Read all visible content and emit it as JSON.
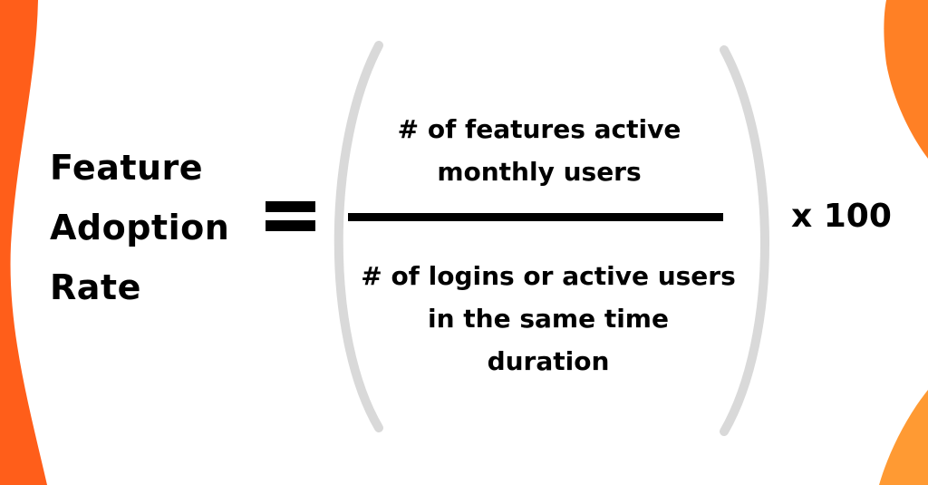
{
  "formula": {
    "left_side": {
      "lines": [
        "Feature",
        "Adoption",
        "Rate"
      ]
    },
    "operator": "=",
    "fraction": {
      "numerator": [
        "# of features active",
        "monthly users"
      ],
      "denominator": [
        "# of logins or active users",
        "in the same time",
        "duration"
      ]
    },
    "multiplier": "x 100"
  },
  "colors": {
    "background": "#FFFFFF",
    "text": "#000000",
    "parenthesis": "#D9D9D9",
    "left_accent": "#FF5E1A",
    "right_top_accent": "#FF8025",
    "right_bottom_accent": "#FF9A33"
  }
}
